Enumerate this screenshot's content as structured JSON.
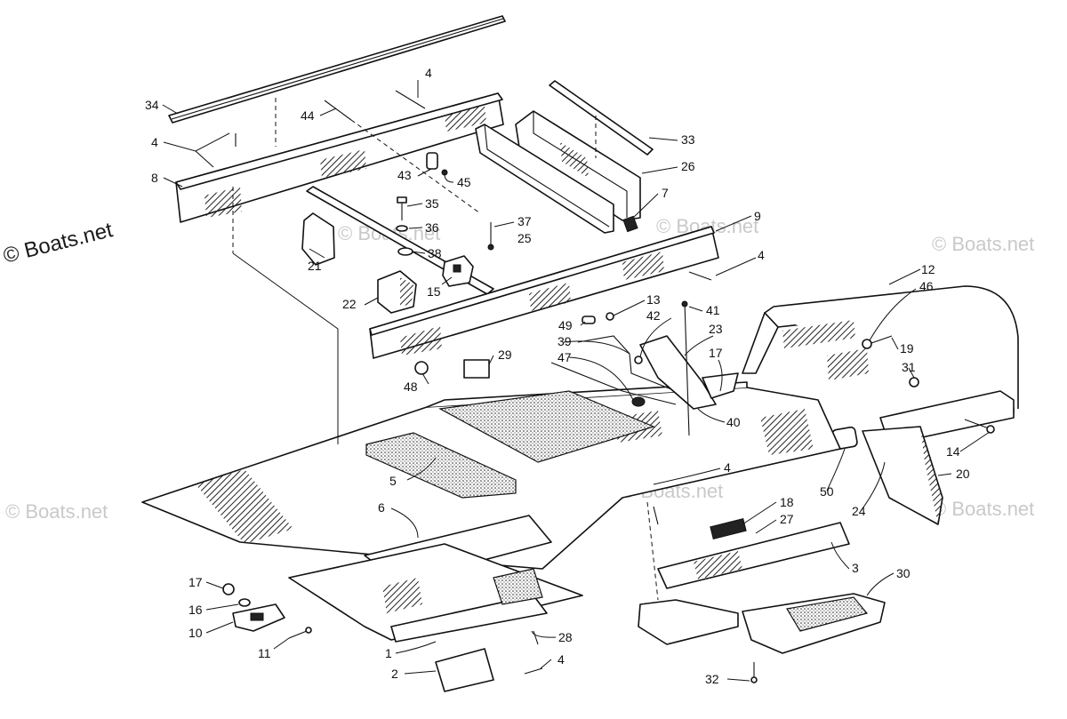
{
  "watermark": {
    "text": "© Boats.net"
  },
  "diagram": {
    "labels": [
      {
        "id": "l34",
        "text": "34"
      },
      {
        "id": "l4a",
        "text": "4"
      },
      {
        "id": "l44",
        "text": "44"
      },
      {
        "id": "l4b",
        "text": "4"
      },
      {
        "id": "l8",
        "text": "8"
      },
      {
        "id": "l33",
        "text": "33"
      },
      {
        "id": "l26",
        "text": "26"
      },
      {
        "id": "l43",
        "text": "43"
      },
      {
        "id": "l45",
        "text": "45"
      },
      {
        "id": "l7",
        "text": "7"
      },
      {
        "id": "l35",
        "text": "35"
      },
      {
        "id": "l36",
        "text": "36"
      },
      {
        "id": "l37",
        "text": "37"
      },
      {
        "id": "l25",
        "text": "25"
      },
      {
        "id": "l9",
        "text": "9"
      },
      {
        "id": "l21",
        "text": "21"
      },
      {
        "id": "l38",
        "text": "38"
      },
      {
        "id": "l4c",
        "text": "4"
      },
      {
        "id": "l15",
        "text": "15"
      },
      {
        "id": "l22",
        "text": "22"
      },
      {
        "id": "l12",
        "text": "12"
      },
      {
        "id": "l46",
        "text": "46"
      },
      {
        "id": "l13",
        "text": "13"
      },
      {
        "id": "l41",
        "text": "41"
      },
      {
        "id": "l49",
        "text": "49"
      },
      {
        "id": "l42",
        "text": "42"
      },
      {
        "id": "l23",
        "text": "23"
      },
      {
        "id": "l39",
        "text": "39"
      },
      {
        "id": "l19",
        "text": "19"
      },
      {
        "id": "l17a",
        "text": "17"
      },
      {
        "id": "l29",
        "text": "29"
      },
      {
        "id": "l47",
        "text": "47"
      },
      {
        "id": "l31",
        "text": "31"
      },
      {
        "id": "l48",
        "text": "48"
      },
      {
        "id": "l40",
        "text": "40"
      },
      {
        "id": "l14",
        "text": "14"
      },
      {
        "id": "l4d",
        "text": "4"
      },
      {
        "id": "l20",
        "text": "20"
      },
      {
        "id": "l5",
        "text": "5"
      },
      {
        "id": "l50",
        "text": "50"
      },
      {
        "id": "l24",
        "text": "24"
      },
      {
        "id": "l6",
        "text": "6"
      },
      {
        "id": "l18",
        "text": "18"
      },
      {
        "id": "l27",
        "text": "27"
      },
      {
        "id": "l3",
        "text": "3"
      },
      {
        "id": "l30",
        "text": "30"
      },
      {
        "id": "l17b",
        "text": "17"
      },
      {
        "id": "l16",
        "text": "16"
      },
      {
        "id": "l10",
        "text": "10"
      },
      {
        "id": "l28",
        "text": "28"
      },
      {
        "id": "l11",
        "text": "11"
      },
      {
        "id": "l1",
        "text": "1"
      },
      {
        "id": "l4e",
        "text": "4"
      },
      {
        "id": "l2",
        "text": "2"
      },
      {
        "id": "l32",
        "text": "32"
      }
    ]
  }
}
